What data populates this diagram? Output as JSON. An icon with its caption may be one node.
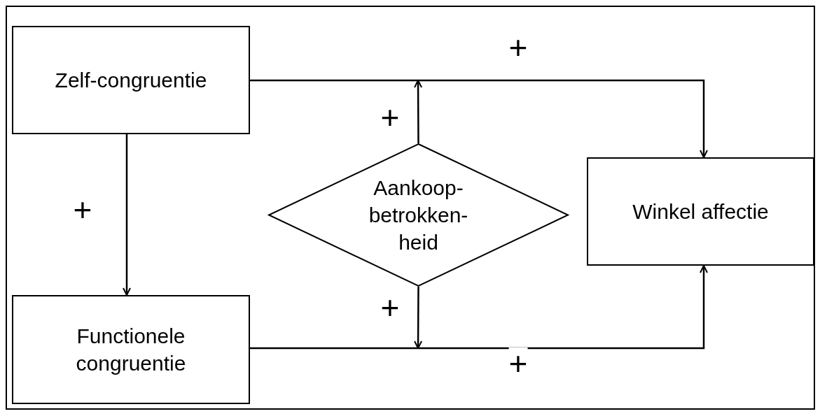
{
  "diagram": {
    "nodes": [
      {
        "text": [
          "Zelf-congruentie"
        ]
      },
      {
        "text": [
          "Functionele congruentie"
        ]
      },
      {
        "text": [
          "Aankoop- betrokken- heid"
        ]
      },
      {
        "text": [
          "Winkel affectie"
        ]
      }
    ],
    "edges": [
      {
        "from": 0,
        "to": 3,
        "arrow": "to",
        "label": "+"
      },
      {
        "from": 0,
        "to": 1,
        "arrow": "to",
        "label": "+"
      },
      {
        "from": 2,
        "to": null,
        "arrow": "to",
        "label": "+"
      },
      {
        "from": 2,
        "to": null,
        "arrow": "to",
        "label": "+"
      },
      {
        "from": 1,
        "to": 3,
        "arrow": "to",
        "label": "+"
      }
    ]
  }
}
